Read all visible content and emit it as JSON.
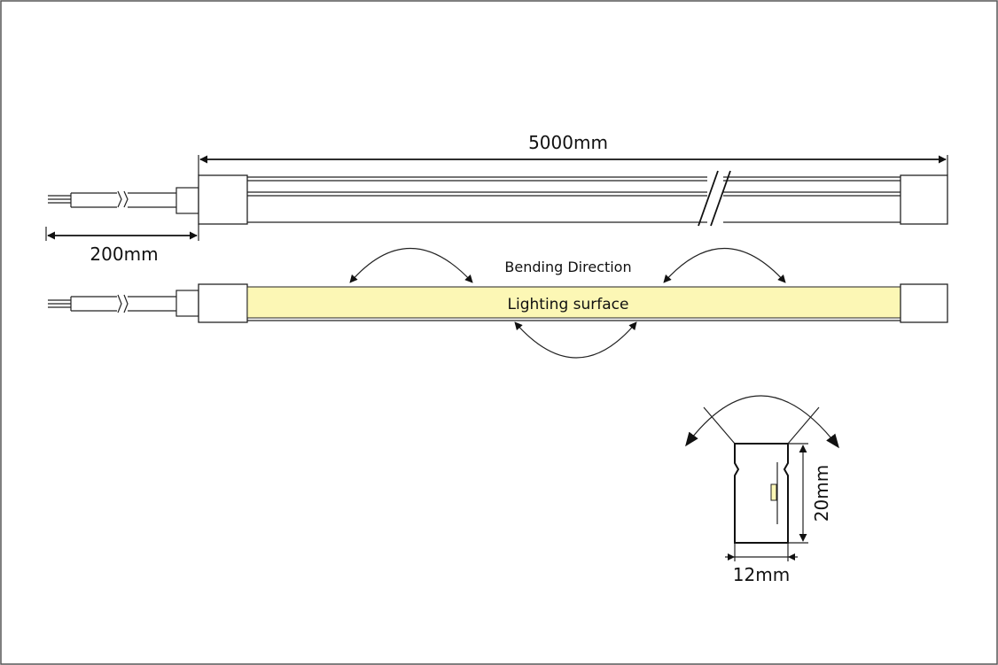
{
  "diagram": {
    "title": "LED neon flex strip dimension drawing",
    "dimensions": {
      "length_label": "5000mm",
      "cable_label": "200mm",
      "height_label": "20mm",
      "width_label": "12mm"
    },
    "labels": {
      "bending": "Bending Direction",
      "lighting_surface": "Lighting surface"
    },
    "colors": {
      "lighting_surface": "#FCF7B5",
      "line": "#222222",
      "border": "#555555",
      "background": "#ffffff"
    }
  }
}
